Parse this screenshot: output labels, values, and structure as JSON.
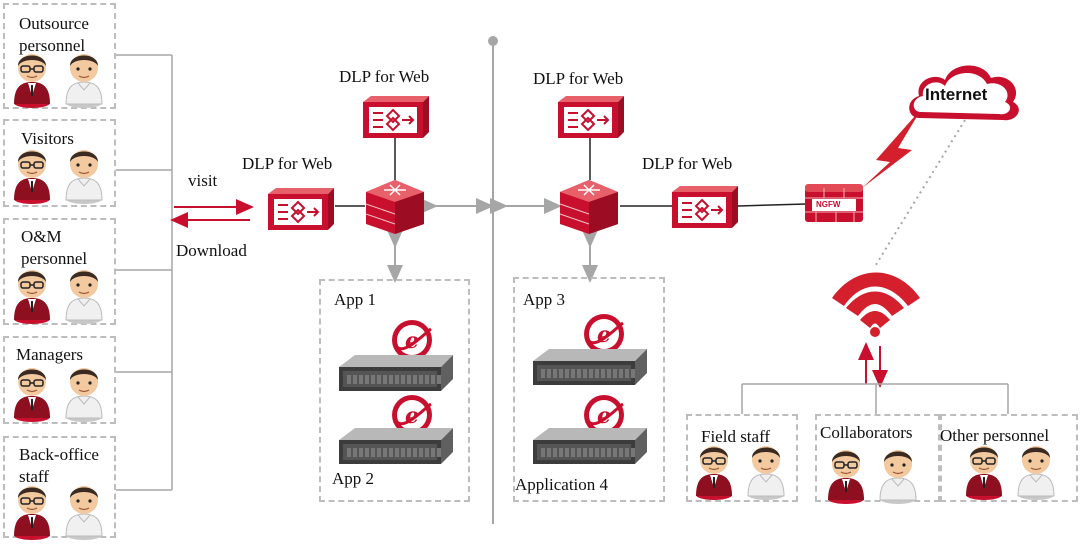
{
  "user_groups": [
    {
      "label": "Outsource personnel"
    },
    {
      "label": "Visitors"
    },
    {
      "label": "O&M personnel"
    },
    {
      "label": "Managers"
    },
    {
      "label": "Back-office staff"
    }
  ],
  "flow": {
    "visit_label": "visit",
    "download_label": "Download"
  },
  "dlp": {
    "left_label": "DLP for Web",
    "top_left_label": "DLP for Web",
    "top_right_label": "DLP for Web",
    "right_label": "DLP for Web"
  },
  "apps": {
    "left_top": "App 1",
    "left_bottom": "App 2",
    "right_top": "App 3",
    "right_bottom": "Application 4"
  },
  "firewall": {
    "label": "NGFW"
  },
  "internet": {
    "label": "Internet"
  },
  "remote_groups": [
    {
      "label": "Field staff"
    },
    {
      "label": "Collaborators"
    },
    {
      "label": "Other personnel"
    }
  ],
  "colors": {
    "accent": "#c8102e",
    "dashed": "#bdbdbd",
    "line": "#999999"
  }
}
